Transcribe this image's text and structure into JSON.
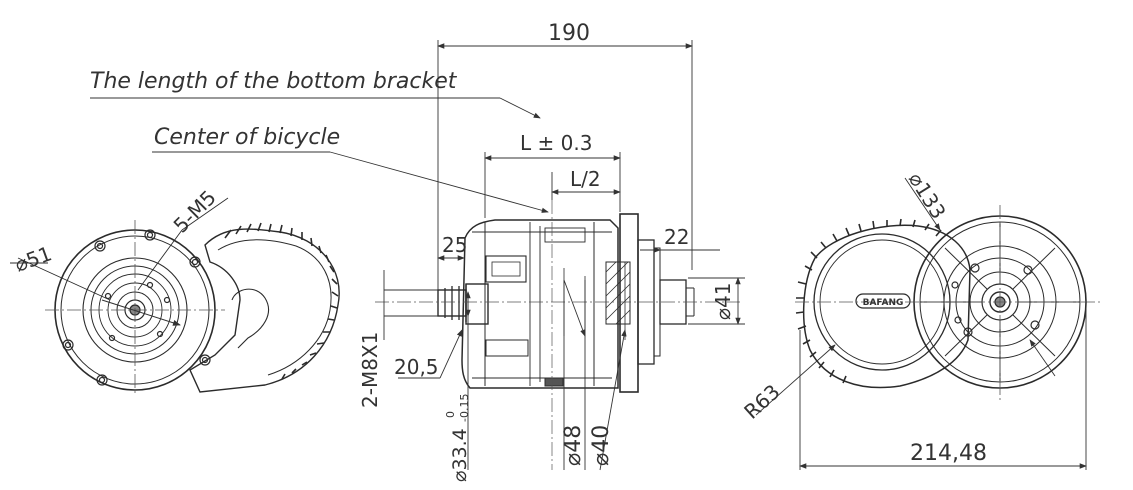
{
  "notes": {
    "bottom_bracket": "The length of the bottom bracket",
    "center_bicycle": "Center of bicycle"
  },
  "dimensions": {
    "overall_width": "190",
    "l_tol": "L ± 0.3",
    "l_half": "L/2",
    "d25": "25",
    "d22": "22",
    "d41": "⌀41",
    "d51": "⌀51",
    "m5": "5-M5",
    "m8": "2-M8X1",
    "d20_5": "20,5",
    "d33": "⌀33.4",
    "d33_tol_upper": "0",
    "d33_tol_lower": "-0.15",
    "d48": "⌀48",
    "d40": "⌀40",
    "d133": "⌀133",
    "r63": "R63",
    "d214": "214,48"
  },
  "brand": "BAFANG",
  "colors": {
    "line": "#2b2b2b",
    "dim": "#444444",
    "center": "#555555"
  }
}
